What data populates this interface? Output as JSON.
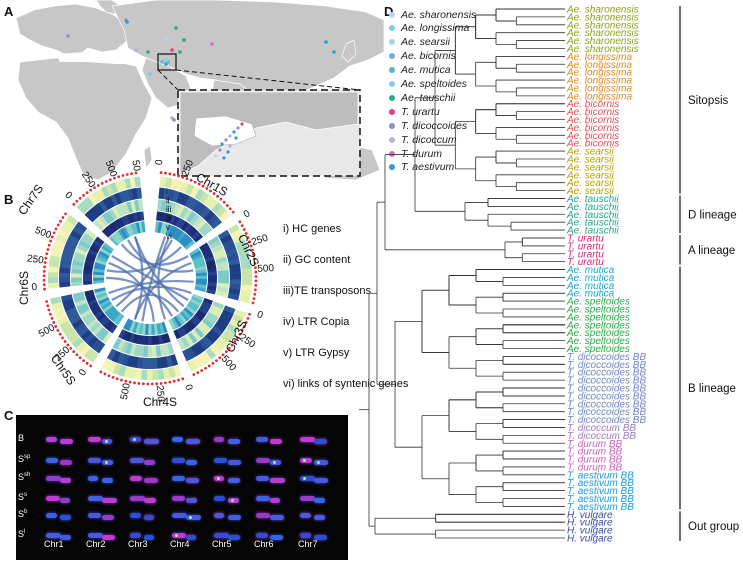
{
  "panels": {
    "a": "A",
    "b": "B",
    "c": "C",
    "d": "D"
  },
  "legend": [
    {
      "name": "Ae. sharonensis",
      "color": "#b9d7ea"
    },
    {
      "name": "Ae. longissima",
      "color": "#7ec8e3"
    },
    {
      "name": "Ae. searsii",
      "color": "#9fd6e8"
    },
    {
      "name": "Ae. bicornis",
      "color": "#6fb3d9"
    },
    {
      "name": "Ae. mutica",
      "color": "#56b6d9"
    },
    {
      "name": "Ae. speltoides",
      "color": "#8fc9e6"
    },
    {
      "name": "Ae. tauschii",
      "color": "#2ea883"
    },
    {
      "name": "T. urartu",
      "color": "#e0408a"
    },
    {
      "name": "T. dicoccoides",
      "color": "#8892c4"
    },
    {
      "name": "T. dicoccum",
      "color": "#b8b0d6"
    },
    {
      "name": "T. durum",
      "color": "#d070c0"
    },
    {
      "name": "T. aestivum",
      "color": "#2b9ad8"
    }
  ],
  "circos": {
    "rings": [
      "i) HC genes",
      "ii) GC content",
      "iii)TE transposons",
      "iv) LTR Copia",
      "v) LTR Gypsy",
      "vi) links of syntenic genes"
    ],
    "ring_ids": [
      "i",
      "ii",
      "iii",
      "iv",
      "v",
      "vi"
    ],
    "chromosomes": [
      "Chr1S",
      "Chr2S",
      "Chr3S",
      "Chr4S",
      "Chr5S",
      "Chr6S",
      "Chr7S"
    ],
    "ticks": [
      "0",
      "250",
      "500",
      "750"
    ]
  },
  "karyotype": {
    "rows": [
      "B",
      "Ssp",
      "Ssh",
      "Ss",
      "Sb",
      "Sl"
    ],
    "row_main": [
      "B",
      "S",
      "S",
      "S",
      "S",
      "S"
    ],
    "row_sup": [
      "",
      "sp",
      "sh",
      "s",
      "b",
      "l"
    ],
    "columns": [
      "Chr1",
      "Chr2",
      "Chr3",
      "Chr4",
      "Chr5",
      "Chr6",
      "Chr7"
    ]
  },
  "tree": {
    "leaves": [
      {
        "label": "Ae. sharonensis",
        "color": "#8aa61c"
      },
      {
        "label": "Ae. sharonensis",
        "color": "#8aa61c"
      },
      {
        "label": "Ae. sharonensis",
        "color": "#8aa61c"
      },
      {
        "label": "Ae. sharonensis",
        "color": "#8aa61c"
      },
      {
        "label": "Ae. sharonensis",
        "color": "#8aa61c"
      },
      {
        "label": "Ae. sharonensis",
        "color": "#8aa61c"
      },
      {
        "label": "Ae. longissima",
        "color": "#e08a1e"
      },
      {
        "label": "Ae. longissima",
        "color": "#e08a1e"
      },
      {
        "label": "Ae. longissima",
        "color": "#e08a1e"
      },
      {
        "label": "Ae. longissima",
        "color": "#e08a1e"
      },
      {
        "label": "Ae. longissima",
        "color": "#e08a1e"
      },
      {
        "label": "Ae. longissima",
        "color": "#e08a1e"
      },
      {
        "label": "Ae. bicornis",
        "color": "#e8505a"
      },
      {
        "label": "Ae. bicornis",
        "color": "#e8505a"
      },
      {
        "label": "Ae. bicornis",
        "color": "#e8505a"
      },
      {
        "label": "Ae. bicornis",
        "color": "#e8505a"
      },
      {
        "label": "Ae. bicornis",
        "color": "#e8505a"
      },
      {
        "label": "Ae. bicornis",
        "color": "#e8505a"
      },
      {
        "label": "Ae. searsii",
        "color": "#b8a10a"
      },
      {
        "label": "Ae. searsii",
        "color": "#b8a10a"
      },
      {
        "label": "Ae. searsii",
        "color": "#b8a10a"
      },
      {
        "label": "Ae. searsii",
        "color": "#b8a10a"
      },
      {
        "label": "Ae. searsii",
        "color": "#b8a10a"
      },
      {
        "label": "Ae. searsii",
        "color": "#b8a10a"
      },
      {
        "label": "Ae. tauschii",
        "color": "#2aa68a"
      },
      {
        "label": "Ae. tauschii",
        "color": "#2aa68a"
      },
      {
        "label": "Ae. tauschii",
        "color": "#2aa68a"
      },
      {
        "label": "Ae. tauschii",
        "color": "#2aa68a"
      },
      {
        "label": "Ae. tauschii",
        "color": "#2aa68a"
      },
      {
        "label": "T. urartu",
        "color": "#d8287a"
      },
      {
        "label": "T. urartu",
        "color": "#d8287a"
      },
      {
        "label": "T. urartu",
        "color": "#d8287a"
      },
      {
        "label": "T. urartu",
        "color": "#d8287a"
      },
      {
        "label": "Ae. mutica",
        "color": "#1aa8c8"
      },
      {
        "label": "Ae. mutica",
        "color": "#1aa8c8"
      },
      {
        "label": "Ae. mutica",
        "color": "#1aa8c8"
      },
      {
        "label": "Ae. mutica",
        "color": "#1aa8c8"
      },
      {
        "label": "Ae. speltoides",
        "color": "#2ea84a"
      },
      {
        "label": "Ae. speltoides",
        "color": "#2ea84a"
      },
      {
        "label": "Ae. speltoides",
        "color": "#2ea84a"
      },
      {
        "label": "Ae. speltoides",
        "color": "#2ea84a"
      },
      {
        "label": "Ae. speltoides",
        "color": "#2ea84a"
      },
      {
        "label": "Ae. speltoides",
        "color": "#2ea84a"
      },
      {
        "label": "Ae. speltoides",
        "color": "#2ea84a"
      },
      {
        "label": "T. dicoccoides BB",
        "color": "#6f86c4"
      },
      {
        "label": "T. dicoccoides BB",
        "color": "#6f86c4"
      },
      {
        "label": "T. dicoccoides BB",
        "color": "#6f86c4"
      },
      {
        "label": "T. dicoccoides BB",
        "color": "#6f86c4"
      },
      {
        "label": "T. dicoccoides BB",
        "color": "#6f86c4"
      },
      {
        "label": "T. dicoccoides BB",
        "color": "#6f86c4"
      },
      {
        "label": "T. dicoccoides BB",
        "color": "#6f86c4"
      },
      {
        "label": "T. dicoccoides BB",
        "color": "#6f86c4"
      },
      {
        "label": "T. dicoccoides BB",
        "color": "#6f86c4"
      },
      {
        "label": "T. dicoccum BB",
        "color": "#a07ac0"
      },
      {
        "label": "T. dicoccum BB",
        "color": "#a07ac0"
      },
      {
        "label": "T. durum BB",
        "color": "#c862c0"
      },
      {
        "label": "T. durum BB",
        "color": "#c862c0"
      },
      {
        "label": "T. durum BB",
        "color": "#c862c0"
      },
      {
        "label": "T. durum BB",
        "color": "#c862c0"
      },
      {
        "label": "T. aestivum BB",
        "color": "#1e9ad8"
      },
      {
        "label": "T. aestivum BB",
        "color": "#1e9ad8"
      },
      {
        "label": "T. aestivum BB",
        "color": "#1e9ad8"
      },
      {
        "label": "T. aestivum BB",
        "color": "#1e9ad8"
      },
      {
        "label": "T. aestivum BB",
        "color": "#1e9ad8"
      },
      {
        "label": "H. vulgare",
        "color": "#3a4ea0"
      },
      {
        "label": "H. vulgare",
        "color": "#3a4ea0"
      },
      {
        "label": "H. vulgare",
        "color": "#3a4ea0"
      },
      {
        "label": "H. vulgare",
        "color": "#3a4ea0"
      }
    ],
    "groups": [
      {
        "name": "Sitopsis",
        "from": 0,
        "to": 23
      },
      {
        "name": "D lineage",
        "from": 24,
        "to": 28
      },
      {
        "name": "A lineage",
        "from": 29,
        "to": 32
      },
      {
        "name": "B lineage",
        "from": 33,
        "to": 63
      },
      {
        "name": "Out group",
        "from": 64,
        "to": 67
      }
    ]
  }
}
